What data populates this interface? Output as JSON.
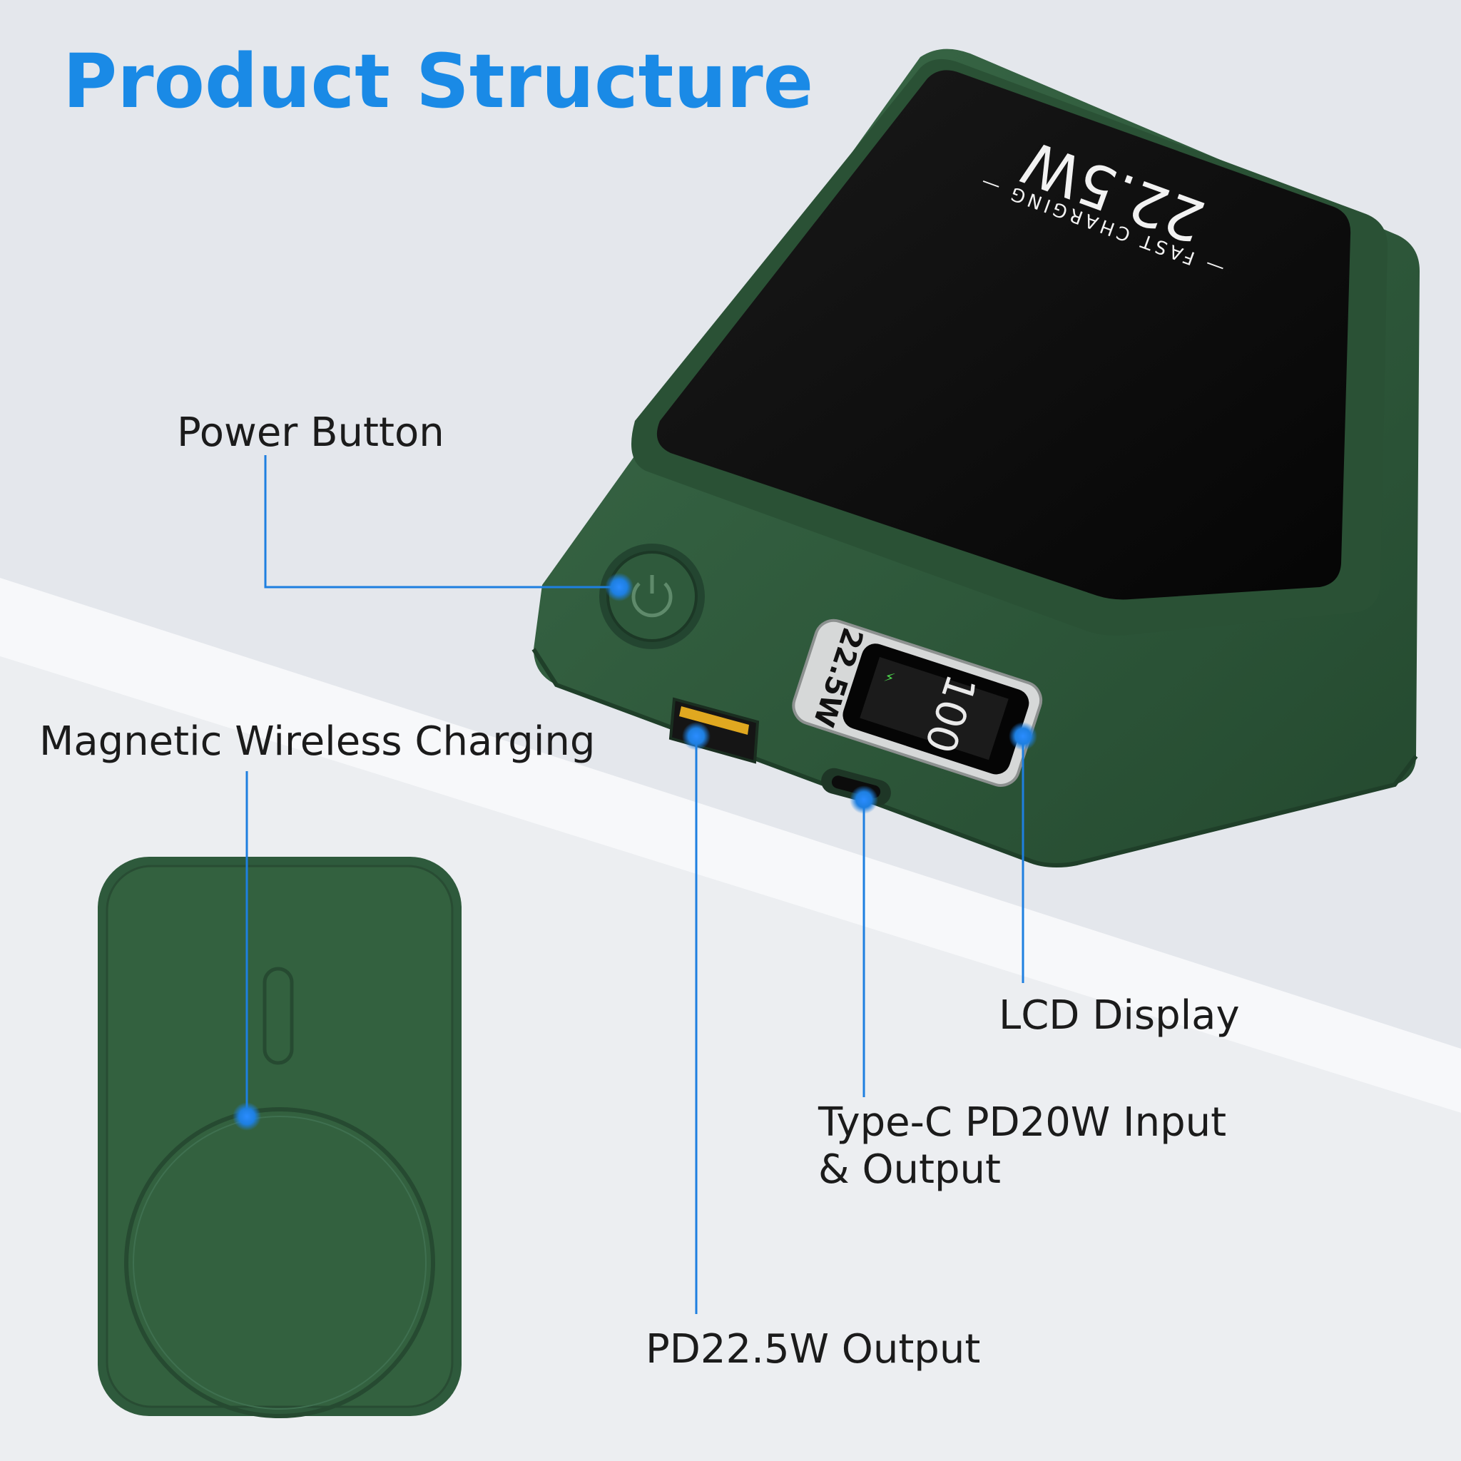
{
  "title": "Product Structure",
  "callouts": {
    "power_button": "Power Button",
    "magnetic_wireless": "Magnetic Wireless Charging",
    "pd_output": "PD22.5W Output",
    "typec_line1": "Type-C PD20W Input",
    "typec_line2": "& Output",
    "lcd_display": "LCD Display"
  },
  "device": {
    "glass_power": "22.5W",
    "glass_caption": "— FAST CHARGING —",
    "side_plate": "22.5W",
    "lcd_reading": "100"
  },
  "colors": {
    "accent": "#1a8ae6",
    "device_green": "#2f5a3c",
    "callout_dot": "#1e7fe0"
  }
}
